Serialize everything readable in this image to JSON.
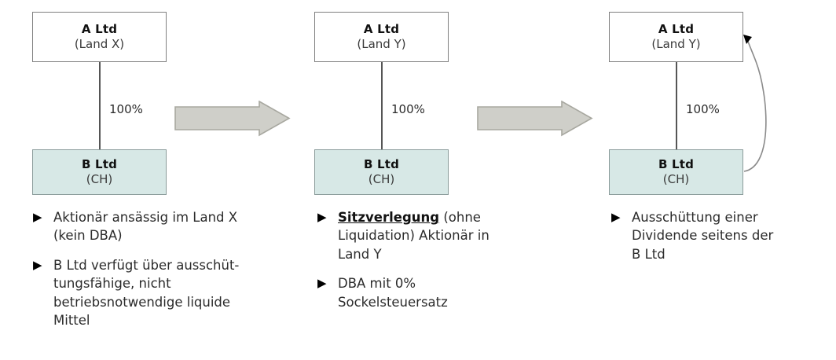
{
  "diagram": {
    "title_present": false,
    "colors": {
      "box_fill": "#ffffff",
      "box_border": "#808080",
      "highlight_fill": "#d7e8e6",
      "highlight_border": "#8a9b9a",
      "arrow_fill": "#cfcfc9",
      "arrow_border": "#a8a8a0",
      "line": "#555555",
      "text": "#2b2b2b"
    },
    "columns": [
      {
        "id": "stage-1",
        "parent": {
          "name": "A Ltd",
          "sub": "(Land X)",
          "highlight": false
        },
        "child": {
          "name": "B Ltd",
          "sub": "(CH)",
          "highlight": true
        },
        "ownership_label": "100%",
        "bullets": [
          {
            "marker": "▶",
            "text": "Aktionär ansässig im Land X\n(kein DBA)",
            "emph": ""
          },
          {
            "marker": "▶",
            "text": "B Ltd verfügt über ausschüt-\ntungsfähige, nicht\nbetriebsnotwendige liquide\nMittel",
            "emph": ""
          }
        ]
      },
      {
        "id": "stage-2",
        "parent": {
          "name": "A Ltd",
          "sub": "(Land Y)",
          "highlight": false
        },
        "child": {
          "name": "B Ltd",
          "sub": "(CH)",
          "highlight": true
        },
        "ownership_label": "100%",
        "bullets": [
          {
            "marker": "▶",
            "emph": "Sitzverlegung",
            "text": " (ohne\nLiquidation) Aktionär in\nLand Y"
          },
          {
            "marker": "▶",
            "emph": "",
            "text": "DBA mit 0%\nSockelsteuersatz"
          }
        ]
      },
      {
        "id": "stage-3",
        "parent": {
          "name": "A Ltd",
          "sub": "(Land Y)",
          "highlight": false
        },
        "child": {
          "name": "B Ltd",
          "sub": "(CH)",
          "highlight": true
        },
        "ownership_label": "100%",
        "bullets": [
          {
            "marker": "▶",
            "emph": "",
            "text": "Ausschüttung einer\nDividende seitens der\nB Ltd"
          }
        ]
      }
    ],
    "transitions": [
      {
        "id": "arrow-1-2",
        "shape": "block-arrow-right"
      },
      {
        "id": "arrow-2-3",
        "shape": "block-arrow-right"
      }
    ],
    "dividend_flow": {
      "id": "dividend-curve",
      "shape": "curved-arrow",
      "from": "B Ltd (CH)",
      "to": "A Ltd (Land Y)",
      "label": ""
    }
  }
}
